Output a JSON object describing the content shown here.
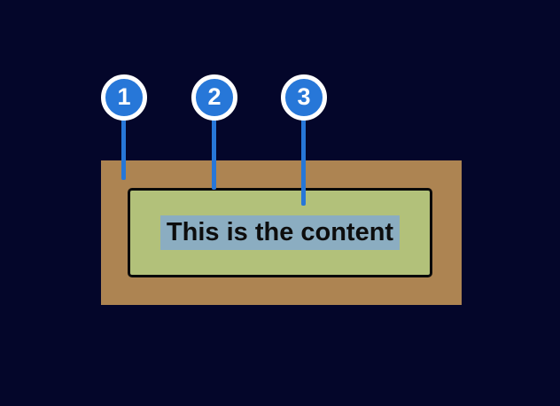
{
  "diagram": {
    "content_text": "This is the content",
    "callouts": [
      {
        "number": "1"
      },
      {
        "number": "2"
      },
      {
        "number": "3"
      }
    ],
    "colors": {
      "background": "#04062a",
      "margin_brown": "#ad8452",
      "padding_green": "#b2c17a",
      "content_highlight": "#8badc1",
      "callout_blue": "#2777d8",
      "box_border": "#0a0a0a",
      "ring_white": "#ffffff",
      "text_black": "#0d0d0d"
    }
  }
}
